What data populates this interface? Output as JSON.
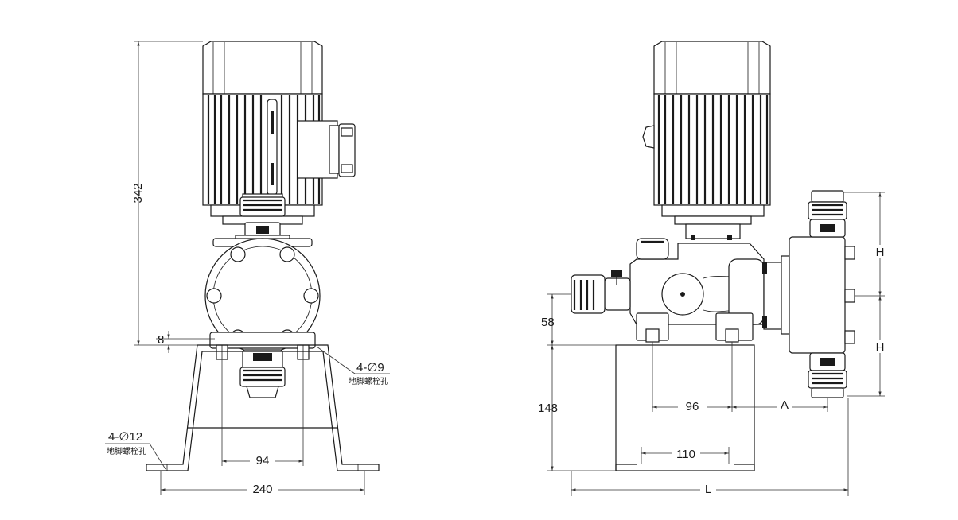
{
  "left_view": {
    "dim_height_total": "342",
    "dim_foot_offset": "8",
    "dim_bolt_spacing": "94",
    "dim_base_width": "240",
    "mount_hole_count_size": "4-∅9",
    "mount_hole_label": "地脚螺栓孔",
    "foot_hole_count_size": "4-∅12",
    "foot_hole_label": "地脚螺栓孔"
  },
  "right_view": {
    "dim_port_height": "58",
    "dim_base_height": "148",
    "dim_bolt_spacing": "96",
    "dim_offset_A": "A",
    "dim_base_inner": "110",
    "dim_length_L": "L",
    "dim_H_upper": "H",
    "dim_H_lower": "H"
  }
}
